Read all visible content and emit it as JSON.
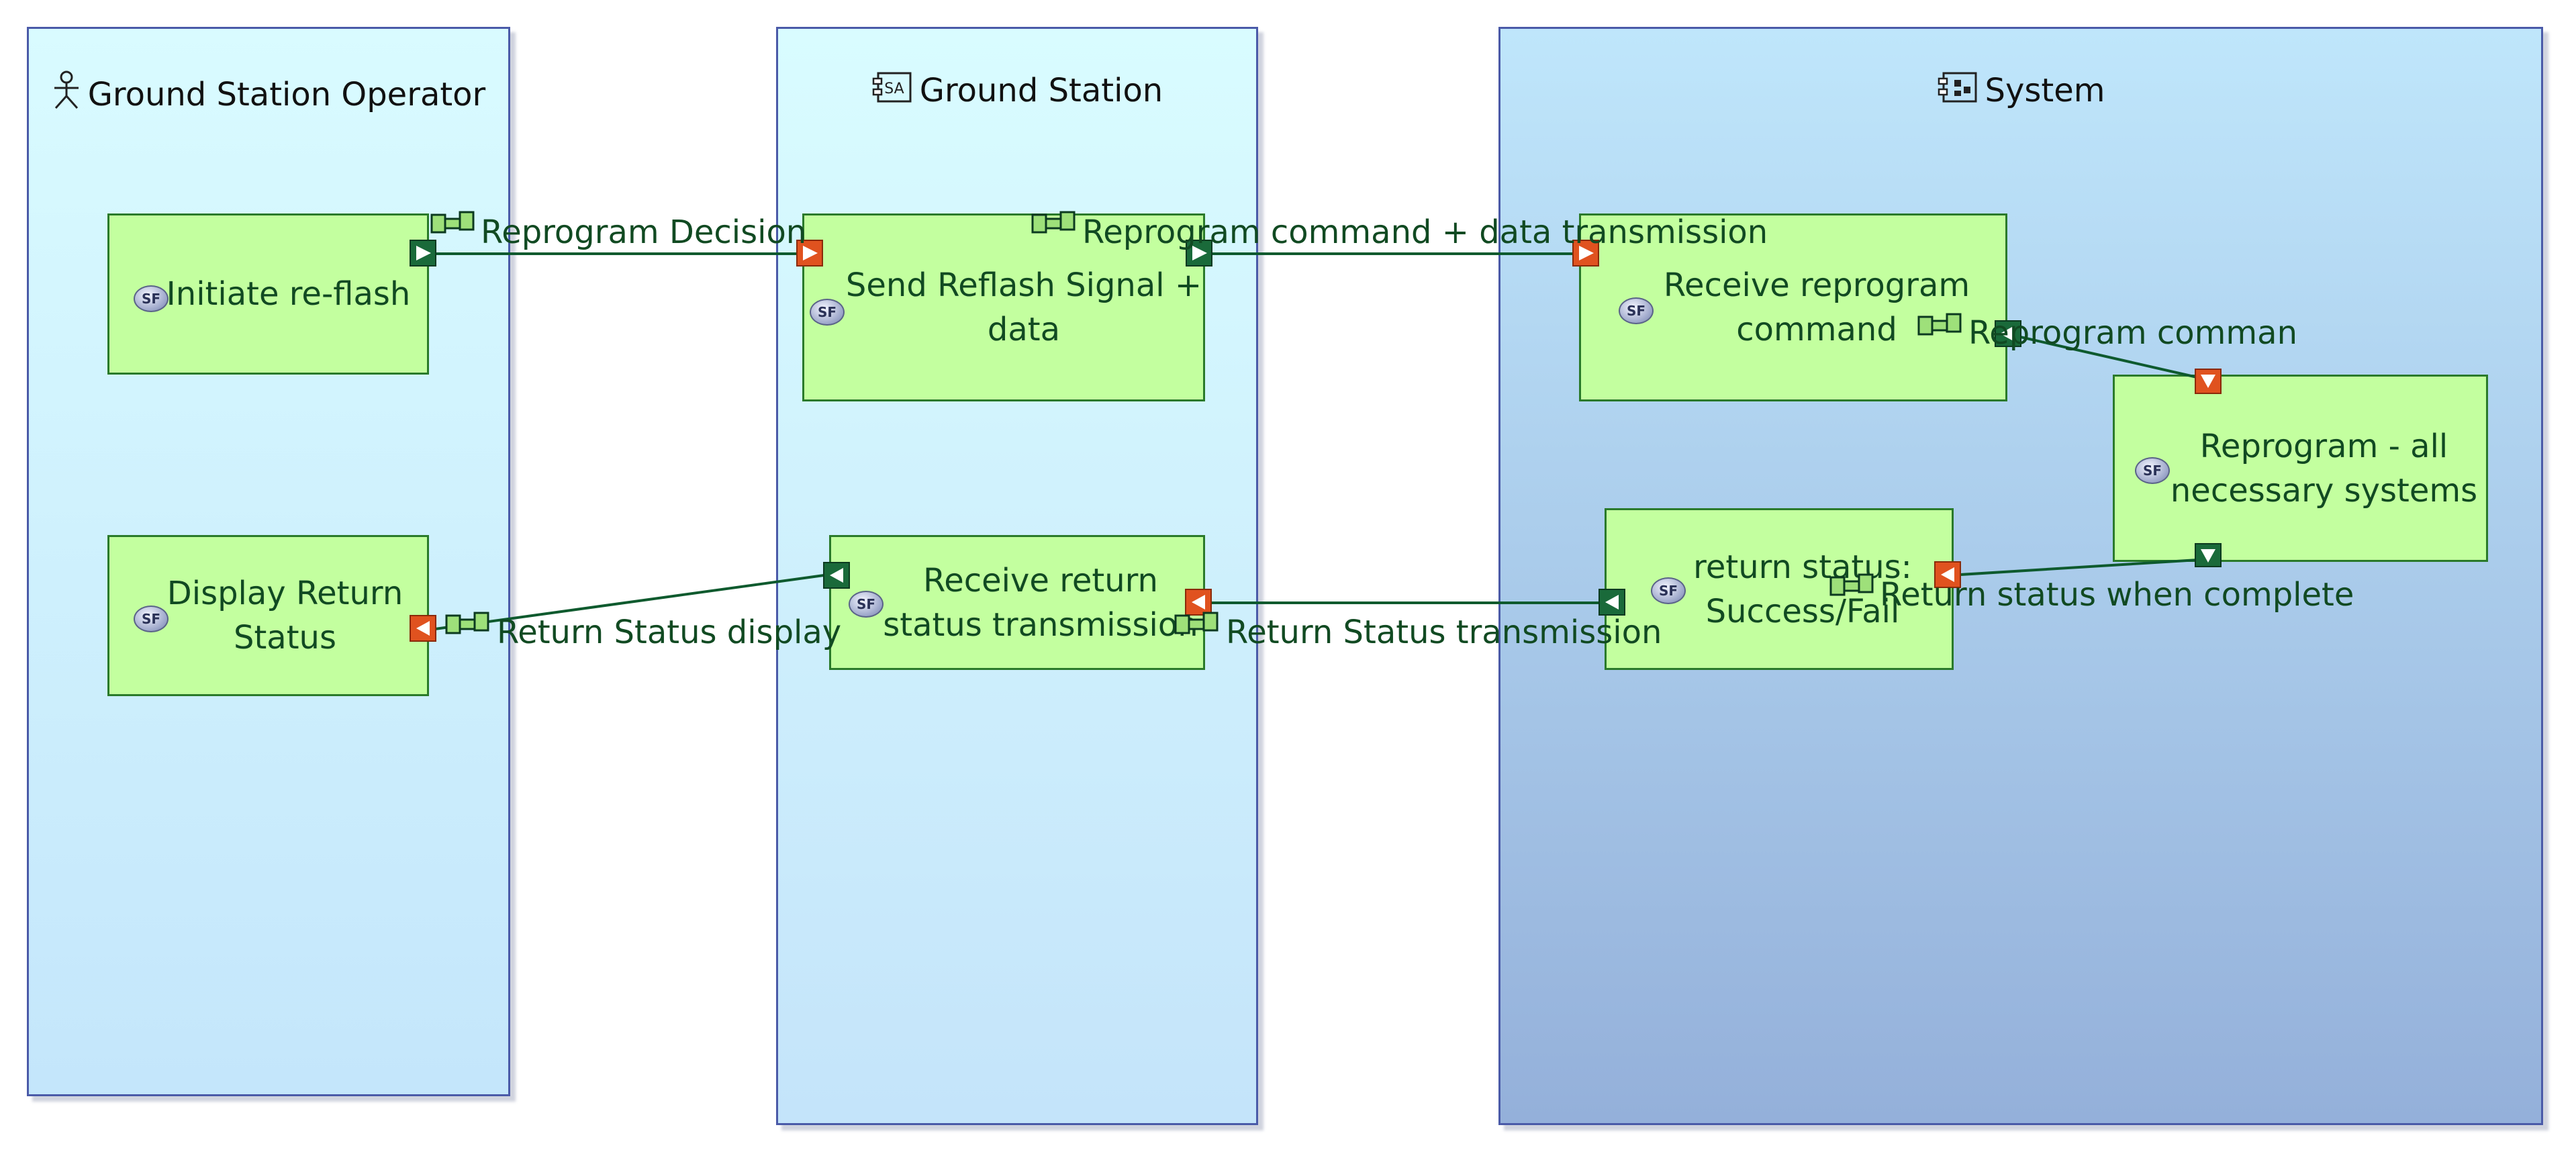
{
  "lanes": {
    "operator": {
      "title": "Ground Station Operator",
      "icon": "actor-icon"
    },
    "station": {
      "title": "Ground Station",
      "icon": "system-actor-icon"
    },
    "system": {
      "title": "System",
      "icon": "system-component-icon"
    }
  },
  "functions": {
    "initiate": {
      "label": "Initiate re-flash",
      "badge": "SF"
    },
    "display": {
      "label": "Display Return\nStatus",
      "badge": "SF"
    },
    "send": {
      "label": "Send Reflash Signal +\ndata",
      "badge": "SF"
    },
    "receive_return": {
      "label": "Receive return\nstatus transmission",
      "badge": "SF"
    },
    "receive_cmd": {
      "label": "Receive reprogram\ncommand",
      "badge": "SF"
    },
    "return_status": {
      "label": "return status:\nSuccess/Fail",
      "badge": "SF"
    },
    "reprogram": {
      "label": "Reprogram - all\nnecessary systems",
      "badge": "SF"
    }
  },
  "exchanges": {
    "decision": "Reprogram Decision",
    "command": "Reprogram command + data transmission",
    "reprogram_cmd": "Reprogram comman",
    "complete": "Return status when complete",
    "transmission": "Return Status transmission",
    "display": "Return Status display"
  },
  "colors": {
    "function_fill": "#c3ff9f",
    "function_border": "#2a7a2a",
    "exchange_line": "#0e5a2e",
    "output_port": "#1a6a3a",
    "input_port": "#e0521f",
    "lane_border": "#4a5aa8"
  }
}
